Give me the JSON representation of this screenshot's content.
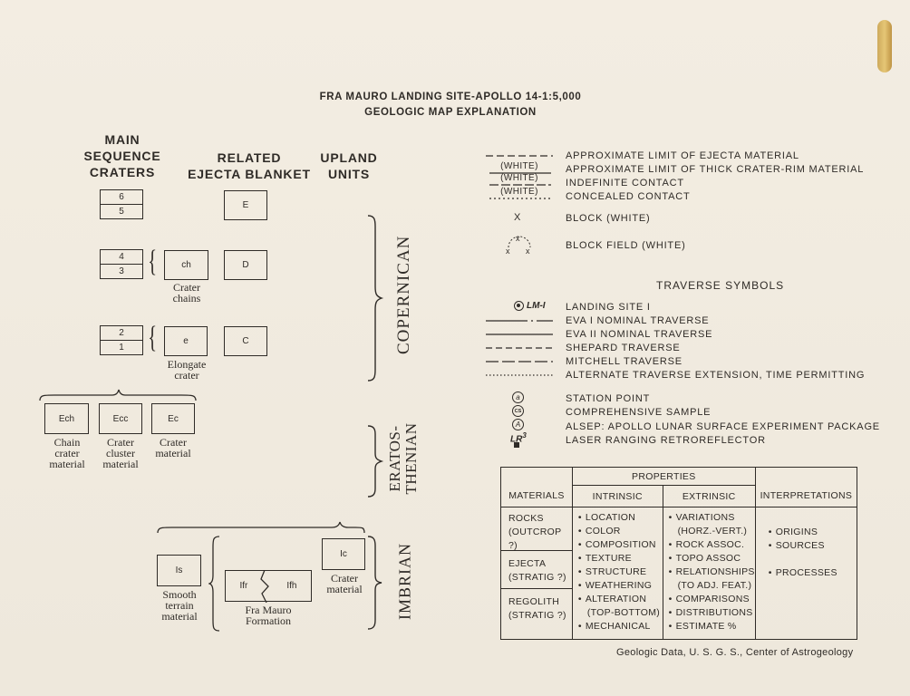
{
  "title": {
    "line1": "FRA MAURO LANDING SITE-APOLLO 14-1:5,000",
    "line2": "GEOLOGIC MAP EXPLANATION"
  },
  "columns": {
    "main_sequence": "MAIN SEQUENCE CRATERS",
    "ms_1": "MAIN",
    "ms_2": "SEQUENCE",
    "ms_3": "CRATERS",
    "related_1": "RELATED",
    "related_2": "EJECTA BLANKET",
    "upland_1": "UPLAND",
    "upland_2": "UNITS"
  },
  "units": {
    "c6": "6",
    "c5": "5",
    "c4": "4",
    "c3": "3",
    "c2": "2",
    "c1": "1",
    "ch": "ch",
    "e": "e",
    "E": "E",
    "D": "D",
    "C": "C",
    "Ech": "Ech",
    "Ecc": "Ecc",
    "Ec": "Ec",
    "Is": "Is",
    "Ifr": "Ifr",
    "Ifh": "Ifh",
    "Ic": "Ic"
  },
  "captions": {
    "crater_chains_1": "Crater",
    "crater_chains_2": "chains",
    "elongate_1": "Elongate",
    "elongate_2": "crater",
    "chain_1": "Chain",
    "chain_2": "crater",
    "chain_3": "material",
    "cluster_1": "Crater",
    "cluster_2": "cluster",
    "cluster_3": "material",
    "crmat_1": "Crater",
    "crmat_2": "material",
    "smooth_1": "Smooth",
    "smooth_2": "terrain",
    "smooth_3": "material",
    "fm_1": "Fra Mauro",
    "fm_2": "Formation",
    "ic_1": "Crater",
    "ic_2": "material"
  },
  "periods": {
    "copernican": "COPERNICAN",
    "eratos_1": "ERATOS-",
    "eratos_2": "THENIAN",
    "imbrian": "IMBRIAN"
  },
  "legend": {
    "approx_ejecta": "APPROXIMATE LIMIT OF EJECTA MATERIAL",
    "approx_rim": "APPROXIMATE LIMIT OF THICK CRATER-RIM MATERIAL",
    "indefinite": "INDEFINITE CONTACT",
    "concealed": "CONCEALED CONTACT",
    "white": "(WHITE)",
    "block_symbol": "X",
    "block": "BLOCK (WHITE)",
    "block_field": "BLOCK FIELD (WHITE)"
  },
  "traverse": {
    "heading": "TRAVERSE SYMBOLS",
    "lm_symbol": "LM-I",
    "landing": "LANDING SITE I",
    "eva1": "EVA I NOMINAL TRAVERSE",
    "eva2": "EVA II NOMINAL TRAVERSE",
    "shepard": "SHEPARD TRAVERSE",
    "mitchell": "MITCHELL TRAVERSE",
    "alternate": "ALTERNATE TRAVERSE EXTENSION, TIME PERMITTING",
    "station_sym": "a",
    "cs_sym": "CS",
    "alsep_sym": "A",
    "lr_sym": "LR",
    "lr_sup": "3",
    "station": "STATION POINT",
    "comprehensive": "COMPREHENSIVE SAMPLE",
    "alsep": "ALSEP: APOLLO LUNAR SURFACE EXPERIMENT PACKAGE",
    "laser": "LASER RANGING RETROREFLECTOR"
  },
  "table": {
    "properties": "PROPERTIES",
    "materials": "MATERIALS",
    "intrinsic": "INTRINSIC",
    "extrinsic": "EXTRINSIC",
    "interpretations": "INTERPRETATIONS",
    "rocks_1": "ROCKS",
    "rocks_2": "(OUTCROP ?)",
    "ejecta_1": "EJECTA",
    "ejecta_2": "(STRATIG ?)",
    "regolith_1": "REGOLITH",
    "regolith_2": "(STRATIG ?)",
    "intrinsic_items": [
      "LOCATION",
      "COLOR",
      "COMPOSITION",
      "TEXTURE",
      "STRUCTURE",
      "WEATHERING",
      "ALTERATION",
      "(TOP-BOTTOM)",
      "MECHANICAL"
    ],
    "extrinsic_items": [
      "VARIATIONS",
      "(HORZ.-VERT.)",
      "ROCK ASSOC.",
      "TOPO ASSOC",
      "RELATIONSHIPS",
      "(TO ADJ. FEAT.)",
      "COMPARISONS",
      "DISTRIBUTIONS",
      "ESTIMATE %"
    ],
    "interp_items": [
      "ORIGINS",
      "SOURCES",
      "PROCESSES"
    ]
  },
  "credit": "Geologic Data, U. S. G. S., Center of Astrogeology"
}
